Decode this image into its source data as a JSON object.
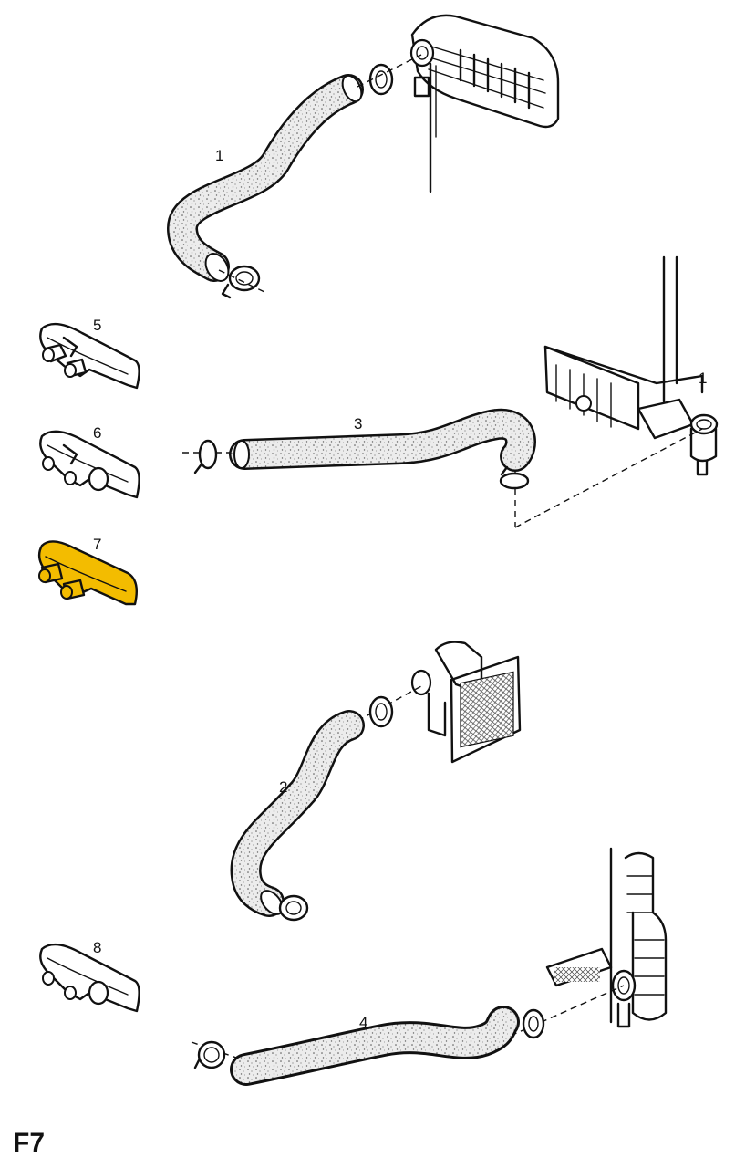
{
  "figure": {
    "label": "F7"
  },
  "colors": {
    "highlight": "#F3BC00",
    "ink": "#111111",
    "texture": "#e9e9e9",
    "paper": "#ffffff"
  },
  "parts": [
    {
      "id": "hose-1",
      "label": "1",
      "kind": "hose"
    },
    {
      "id": "hose-2",
      "label": "2",
      "kind": "hose"
    },
    {
      "id": "hose-3",
      "label": "3",
      "kind": "hose"
    },
    {
      "id": "hose-4",
      "label": "4",
      "kind": "hose"
    },
    {
      "id": "pipe-5",
      "label": "5",
      "kind": "connector-pipe",
      "highlighted": false
    },
    {
      "id": "pipe-6",
      "label": "6",
      "kind": "connector-pipe",
      "highlighted": false
    },
    {
      "id": "pipe-7",
      "label": "7",
      "kind": "connector-pipe",
      "highlighted": true
    },
    {
      "id": "pipe-8",
      "label": "8",
      "kind": "connector-pipe",
      "highlighted": false
    }
  ],
  "callouts": {
    "radiator_connection": "1"
  }
}
